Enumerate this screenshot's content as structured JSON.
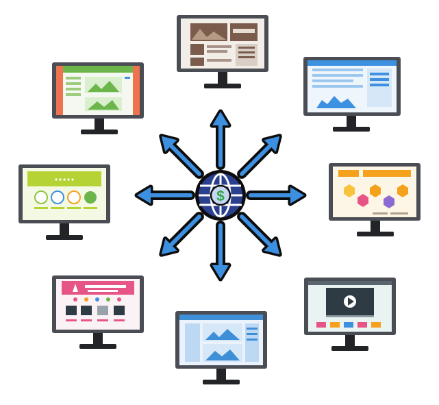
{
  "hub": {
    "symbol": "$",
    "icon": "globe-dollar-icon"
  },
  "colors": {
    "frame": "#4a4e54",
    "stand": "#232427",
    "arrow_fill": "#3d8fe0",
    "arrow_outline": "#0d0d0d",
    "globe_fill": "#2b3f8f",
    "globe_lines": "#ffffff",
    "dollar_bg": "#c7d7f2",
    "dollar": "#2ea84a"
  },
  "monitors": [
    {
      "id": "top",
      "theme": "photo-blog",
      "screen_bg": "#f2ede6",
      "accent": "#7a5b4c"
    },
    {
      "id": "top-right",
      "theme": "blue-dashboard",
      "screen_bg": "#eef5fb",
      "accent": "#3d91e0"
    },
    {
      "id": "right",
      "theme": "orange-hexagons",
      "screen_bg": "#fdf6e6",
      "accent": "#f5a11b"
    },
    {
      "id": "bottom-right",
      "theme": "video-player",
      "screen_bg": "#e9f3f2",
      "accent": "#2e3a44"
    },
    {
      "id": "bottom",
      "theme": "blue-blog",
      "screen_bg": "#eaf3fb",
      "accent": "#3e8fd8"
    },
    {
      "id": "bottom-left",
      "theme": "pink-shop",
      "screen_bg": "#fbf2f5",
      "accent": "#e75586"
    },
    {
      "id": "left",
      "theme": "green-services",
      "screen_bg": "#f4f9e4",
      "accent": "#b5d334"
    },
    {
      "id": "top-left",
      "theme": "green-orange-news",
      "screen_bg": "#f4f8f1",
      "accent": "#6bb54a"
    }
  ]
}
